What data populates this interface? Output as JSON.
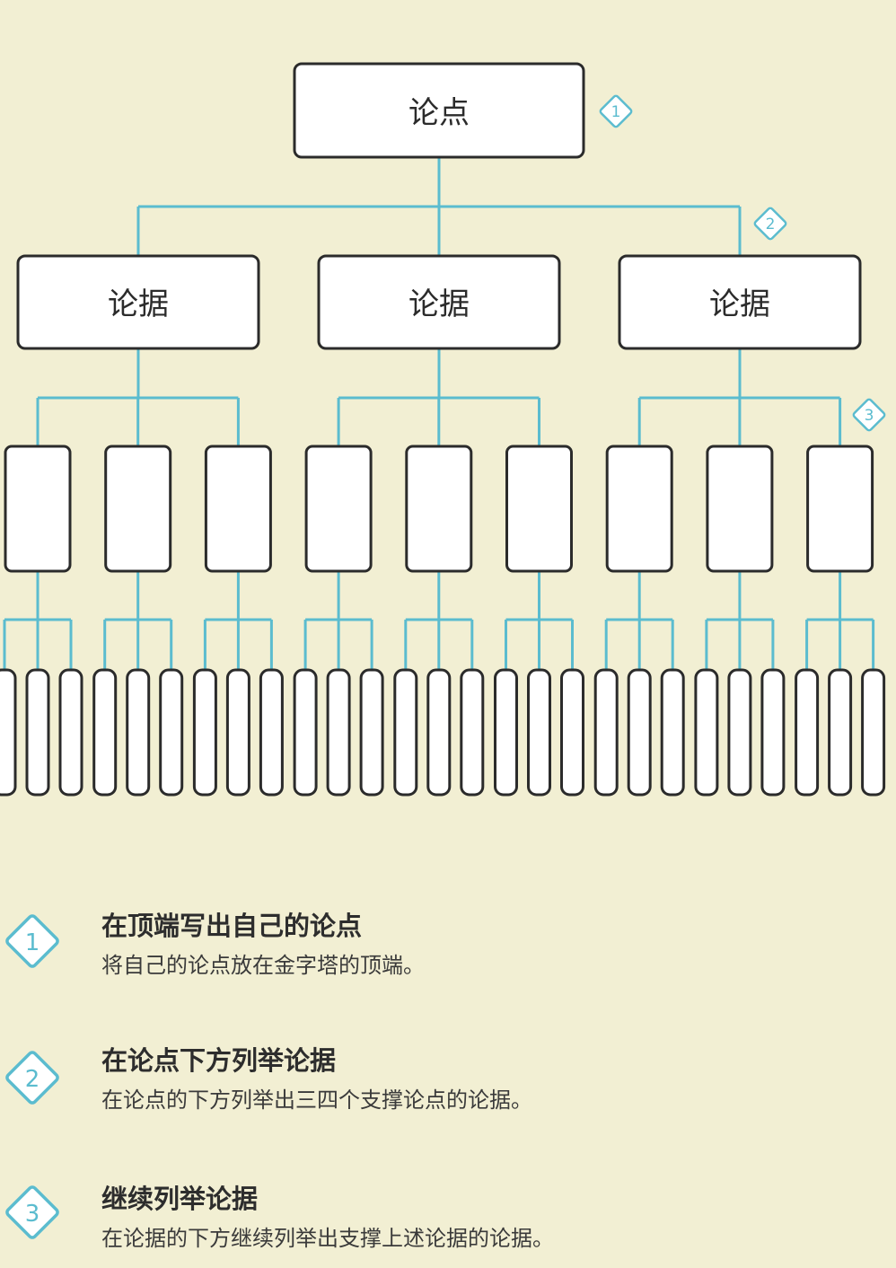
{
  "diagram": {
    "root_label": "论点",
    "evidence_labels": [
      "论据",
      "论据",
      "论据"
    ],
    "markers": [
      "1",
      "2",
      "3"
    ]
  },
  "steps": [
    {
      "num": "1",
      "title": "在顶端写出自己的论点",
      "desc": "将自己的论点放在金字塔的顶端。"
    },
    {
      "num": "2",
      "title": "在论点下方列举论据",
      "desc": "在论点的下方列举出三四个支撑论点的论据。"
    },
    {
      "num": "3",
      "title": "继续列举论据",
      "desc": "在论据的下方继续列举出支撑上述论据的论据。"
    }
  ],
  "colors": {
    "background": "#f2efd3",
    "connector": "#5bbccf",
    "box_fill": "#ffffff",
    "box_stroke": "#2b2b2b"
  }
}
